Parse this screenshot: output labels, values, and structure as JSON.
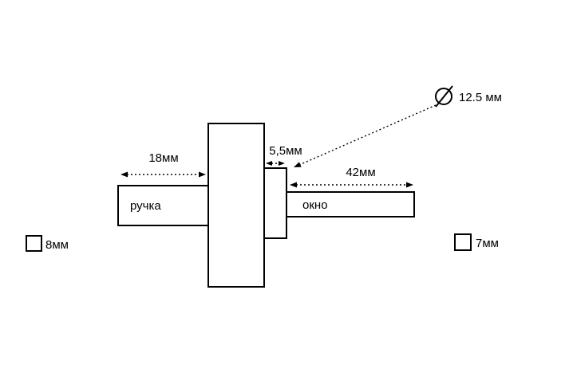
{
  "labels": {
    "dim_left": "18мм",
    "dim_neck": "5,5мм",
    "dim_right": "42мм",
    "diameter": "12.5 мм",
    "handle": "ручка",
    "window": "окно",
    "square_left": "8мм",
    "square_right": "7мм"
  },
  "colors": {
    "line": "#000000",
    "background": "#ffffff"
  }
}
